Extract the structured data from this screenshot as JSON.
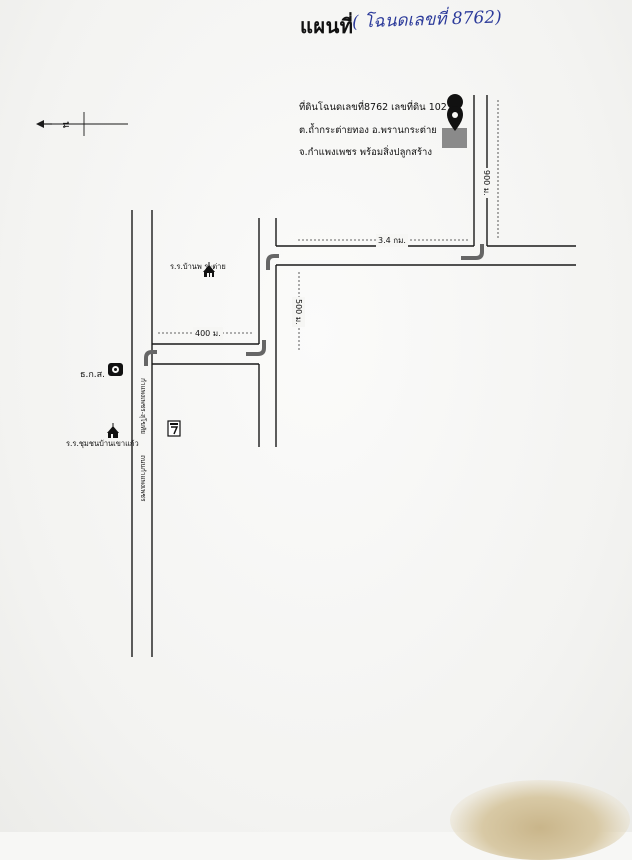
{
  "header": {
    "title": "แผนที่",
    "handwritten": "( โฉนดเลขที่ 8762)"
  },
  "property_info": {
    "line1": "ที่ดินโฉนดเลขที่8762  เลขที่ดิน 102",
    "line2": "ต.ถ้ำกระต่ายทอง  อ.พรานกระต่าย",
    "line3": "จ.กำแพงเพชร  พร้อมสิ่งปลูกสร้าง"
  },
  "north_arrow": {
    "label": "น"
  },
  "distances": {
    "d_3_4km": "3.4 กม.",
    "d_900m": "900 ม.",
    "d_500m": "500 ม.",
    "d_400m": "400 ม."
  },
  "landmarks": {
    "school_1": "ร.ร.บ้านพ    ระต่าย",
    "bank": "ธ.ก.ส.",
    "school_2": "ร.ร.ชุมชนบ้านเขาแก้ว",
    "highway_label_1": "ถนนกำแพงเพชร",
    "highway_label_2": "กำแพงเพชร-สุโขทัย",
    "store_icon": "7"
  },
  "colors": {
    "road": "#1a1a1a",
    "arrow": "#666666",
    "handwriting": "#2b3a9a",
    "property_marker": "#8a8a8a"
  }
}
